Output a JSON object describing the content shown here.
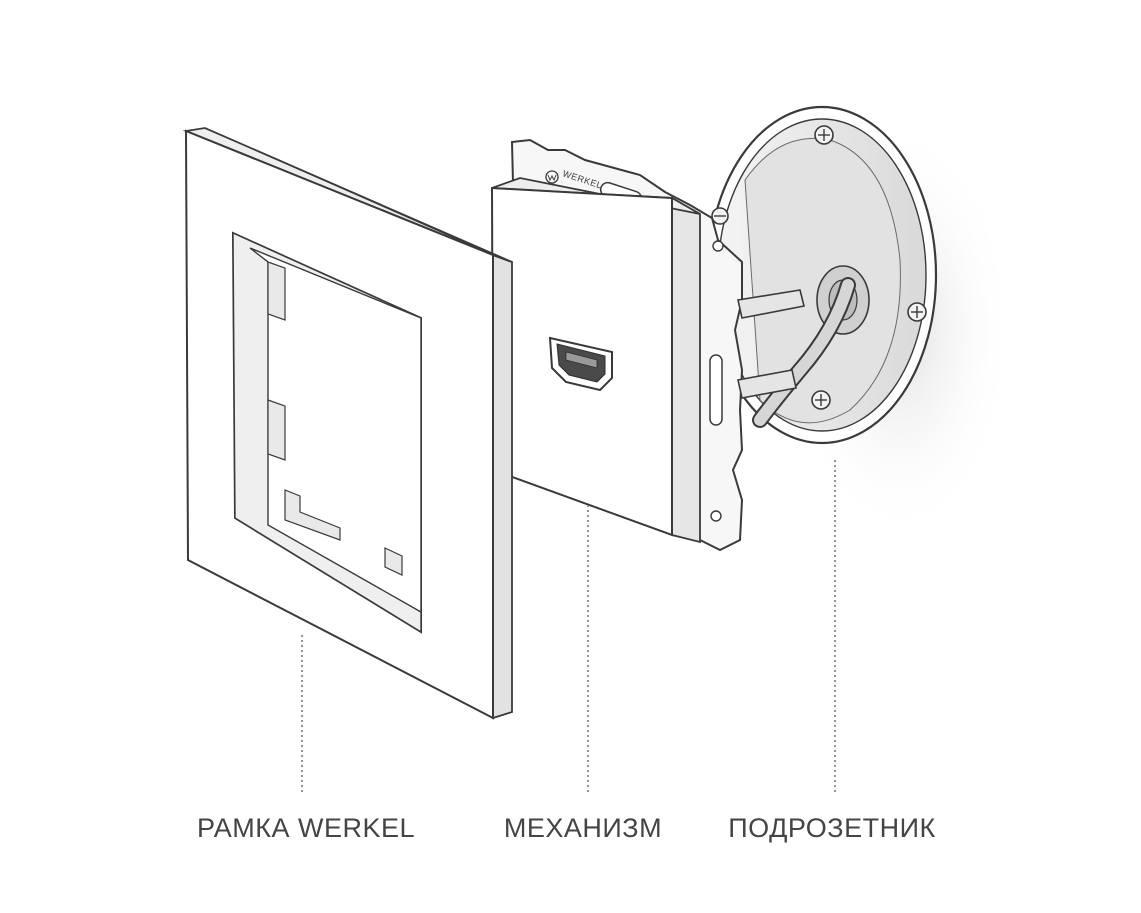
{
  "brand_mark": "WERKEL",
  "labels": {
    "frame": "РАМКА WERKEL",
    "mechanism": "МЕХАНИЗМ",
    "box": "ПОДРОЗЕТНИК"
  },
  "colors": {
    "outline": "#3a3a3a",
    "surface": "#ffffff",
    "shade": "#e6e6e6",
    "deep_shade": "#cfcfcf",
    "leader_line": "#777777",
    "label_text": "#444444"
  },
  "icons": [
    "hdmi-port-icon",
    "screw-icon",
    "werkel-logo-icon"
  ]
}
